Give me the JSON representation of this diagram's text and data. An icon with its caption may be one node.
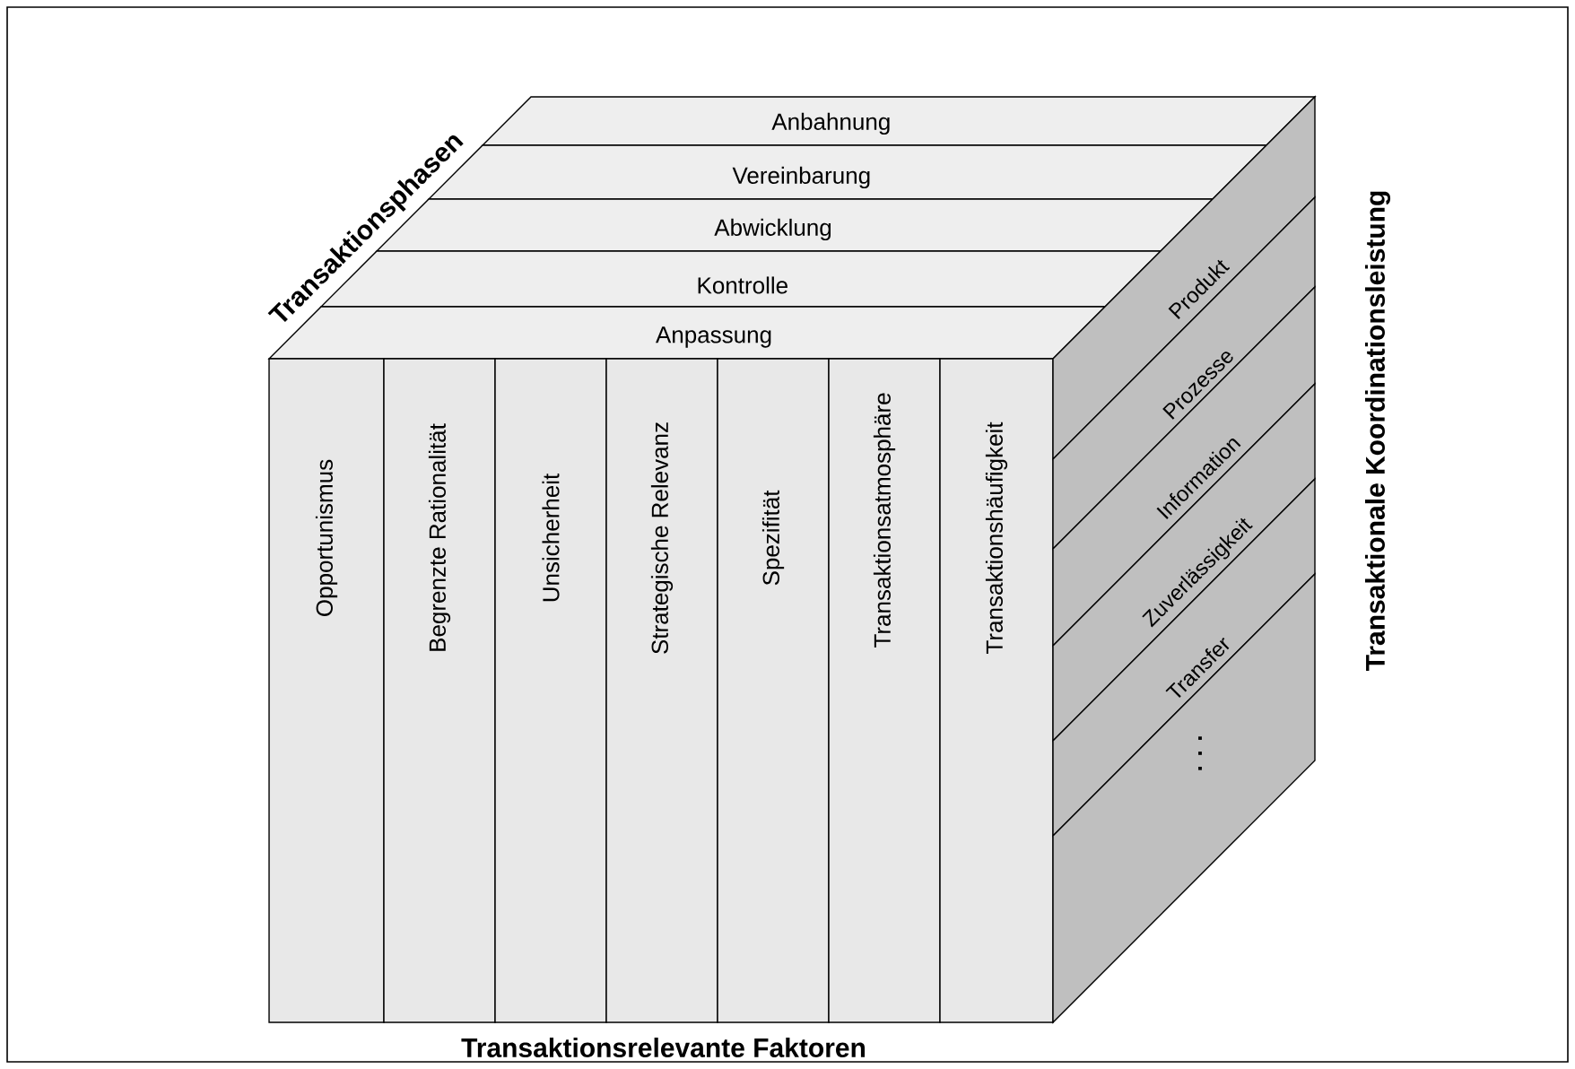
{
  "diagram": {
    "nodes": [
      {
        "text": [
          "Anbahnung"
        ]
      },
      {
        "text": [
          "Vereinbarung"
        ]
      },
      {
        "text": [
          "Abwicklung"
        ]
      },
      {
        "text": [
          "Kontrolle"
        ]
      },
      {
        "text": [
          "Anpassung"
        ]
      },
      {
        "text": [
          "Opportunismus"
        ]
      },
      {
        "text": [
          "Begrenzte Rationalität"
        ]
      },
      {
        "text": [
          "Unsicherheit"
        ]
      },
      {
        "text": [
          "Strategische Relevanz"
        ]
      },
      {
        "text": [
          "Spezifität"
        ]
      },
      {
        "text": [
          "Transaktionsatmosphäre"
        ]
      },
      {
        "text": [
          "Transaktionshäufigkeit"
        ]
      },
      {
        "text": [
          "Produkt"
        ]
      },
      {
        "text": [
          "Prozesse"
        ]
      },
      {
        "text": [
          "Information"
        ]
      },
      {
        "text": [
          "Zuverlässigkeit"
        ]
      },
      {
        "text": [
          "Transfer"
        ]
      },
      {
        "text": [
          ". . ."
        ]
      }
    ],
    "labels": [
      "Transaktionsphasen",
      "Transaktionale Koordinationsleistung",
      "Transaktionsrelevante Faktoren"
    ]
  }
}
